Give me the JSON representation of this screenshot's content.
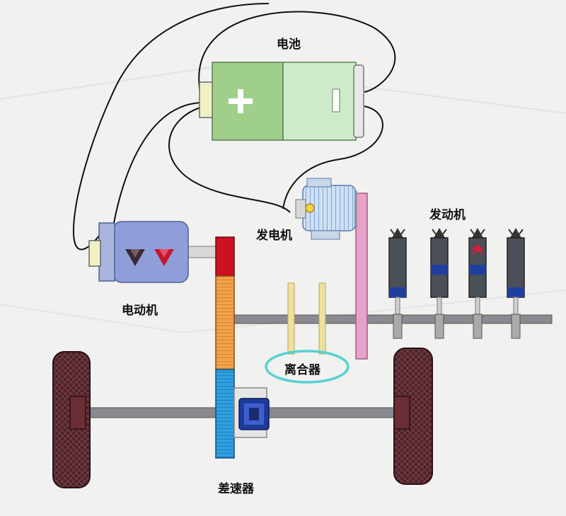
{
  "labels": {
    "battery": "电池",
    "generator": "发电机",
    "engine": "发动机",
    "motor": "电动机",
    "clutch": "离合器",
    "differential": "差速器"
  },
  "colors": {
    "battery_dark": "#9fcf8a",
    "battery_light": "#cfeacb",
    "motor_body": "#8f9ed8",
    "gear_red": "#cc1122",
    "gear_orange": "#f2a24a",
    "gear_blue": "#2f9fe0",
    "flywheel": "#e6a2c8",
    "clutch_plate": "#efe0a0",
    "cylinder": "#4a4f58",
    "cylinder_band": "#1f3fa0",
    "highlight_ring": "#56d2d0",
    "wheel": "#5a2a30"
  }
}
